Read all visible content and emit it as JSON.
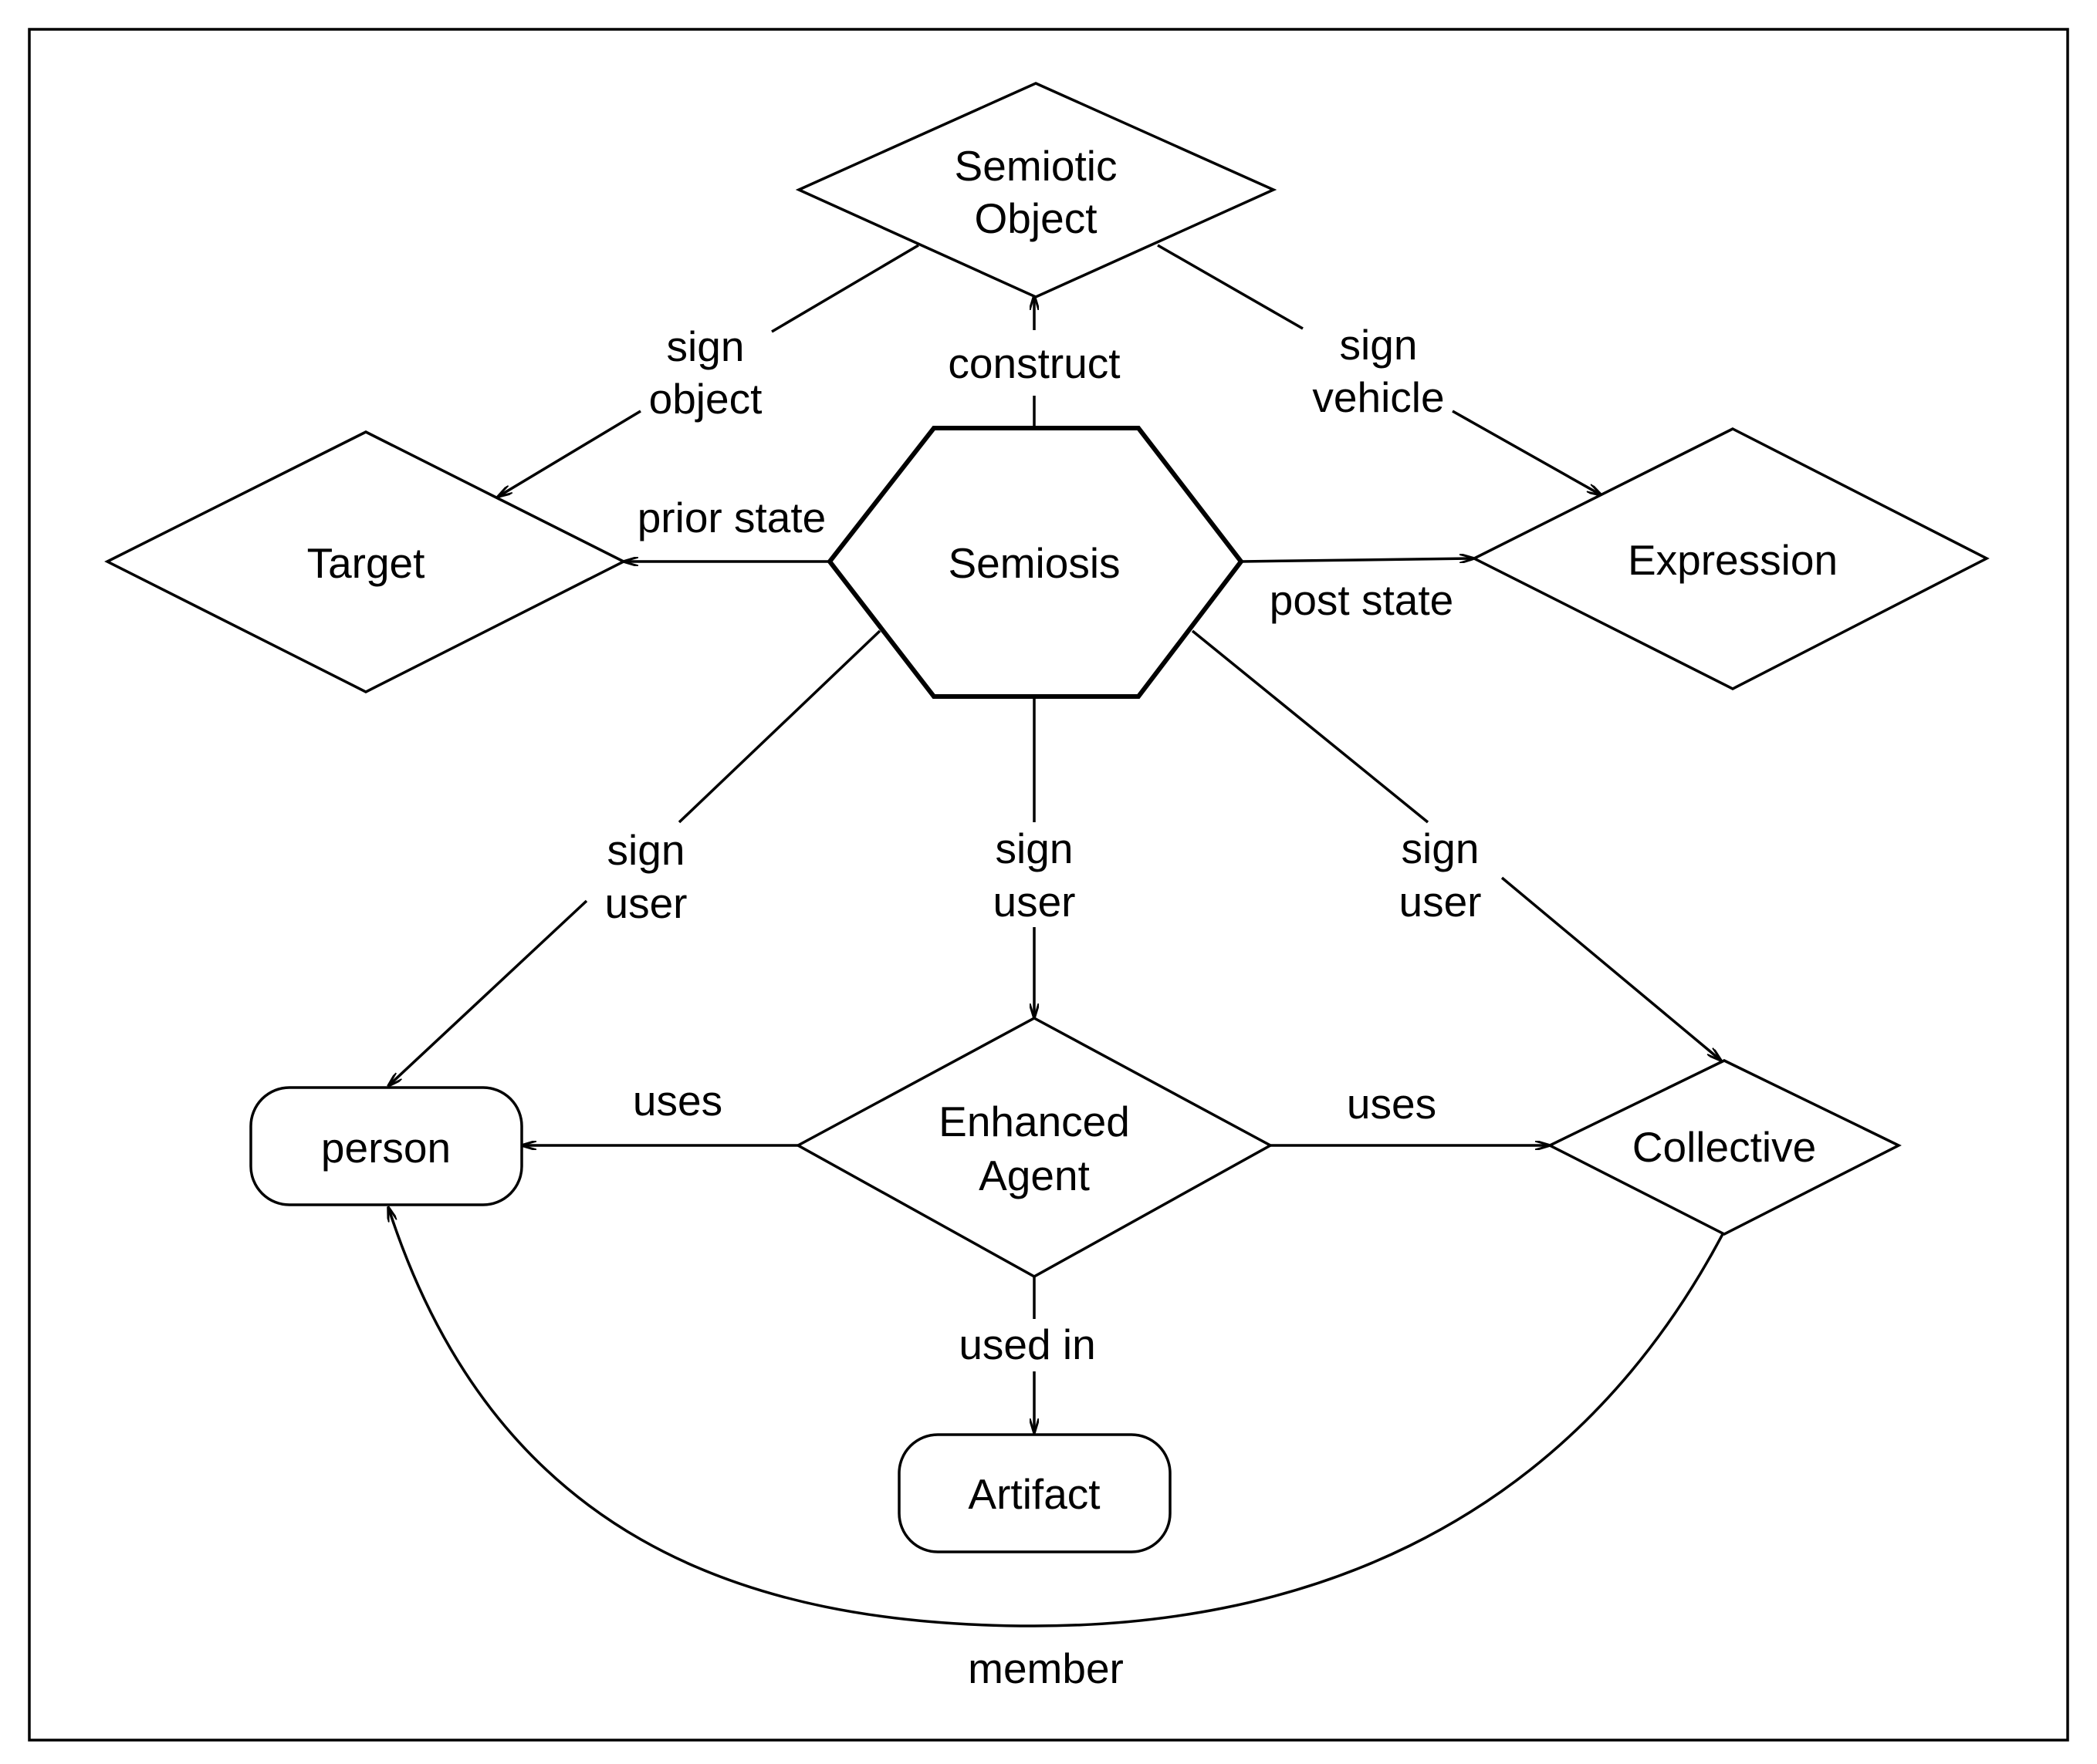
{
  "nodes": {
    "semiotic_object": {
      "line1": "Semiotic",
      "line2": "Object"
    },
    "target": {
      "label": "Target"
    },
    "semiosis": {
      "label": "Semiosis"
    },
    "expression": {
      "label": "Expression"
    },
    "person": {
      "label": "person"
    },
    "enhanced_agent": {
      "line1": "Enhanced",
      "line2": "Agent"
    },
    "collective": {
      "label": "Collective"
    },
    "artifact": {
      "label": "Artifact"
    }
  },
  "edges": {
    "sign_object": {
      "line1": "sign",
      "line2": "object"
    },
    "construct": {
      "label": "construct"
    },
    "sign_vehicle": {
      "line1": "sign",
      "line2": "vehicle"
    },
    "prior_state": {
      "label": "prior state"
    },
    "post_state": {
      "label": "post state"
    },
    "sign_user_left": {
      "line1": "sign",
      "line2": "user"
    },
    "sign_user_center": {
      "line1": "sign",
      "line2": "user"
    },
    "sign_user_right": {
      "line1": "sign",
      "line2": "user"
    },
    "uses_left": {
      "label": "uses"
    },
    "uses_right": {
      "label": "uses"
    },
    "used_in": {
      "label": "used in"
    },
    "member": {
      "label": "member"
    }
  }
}
